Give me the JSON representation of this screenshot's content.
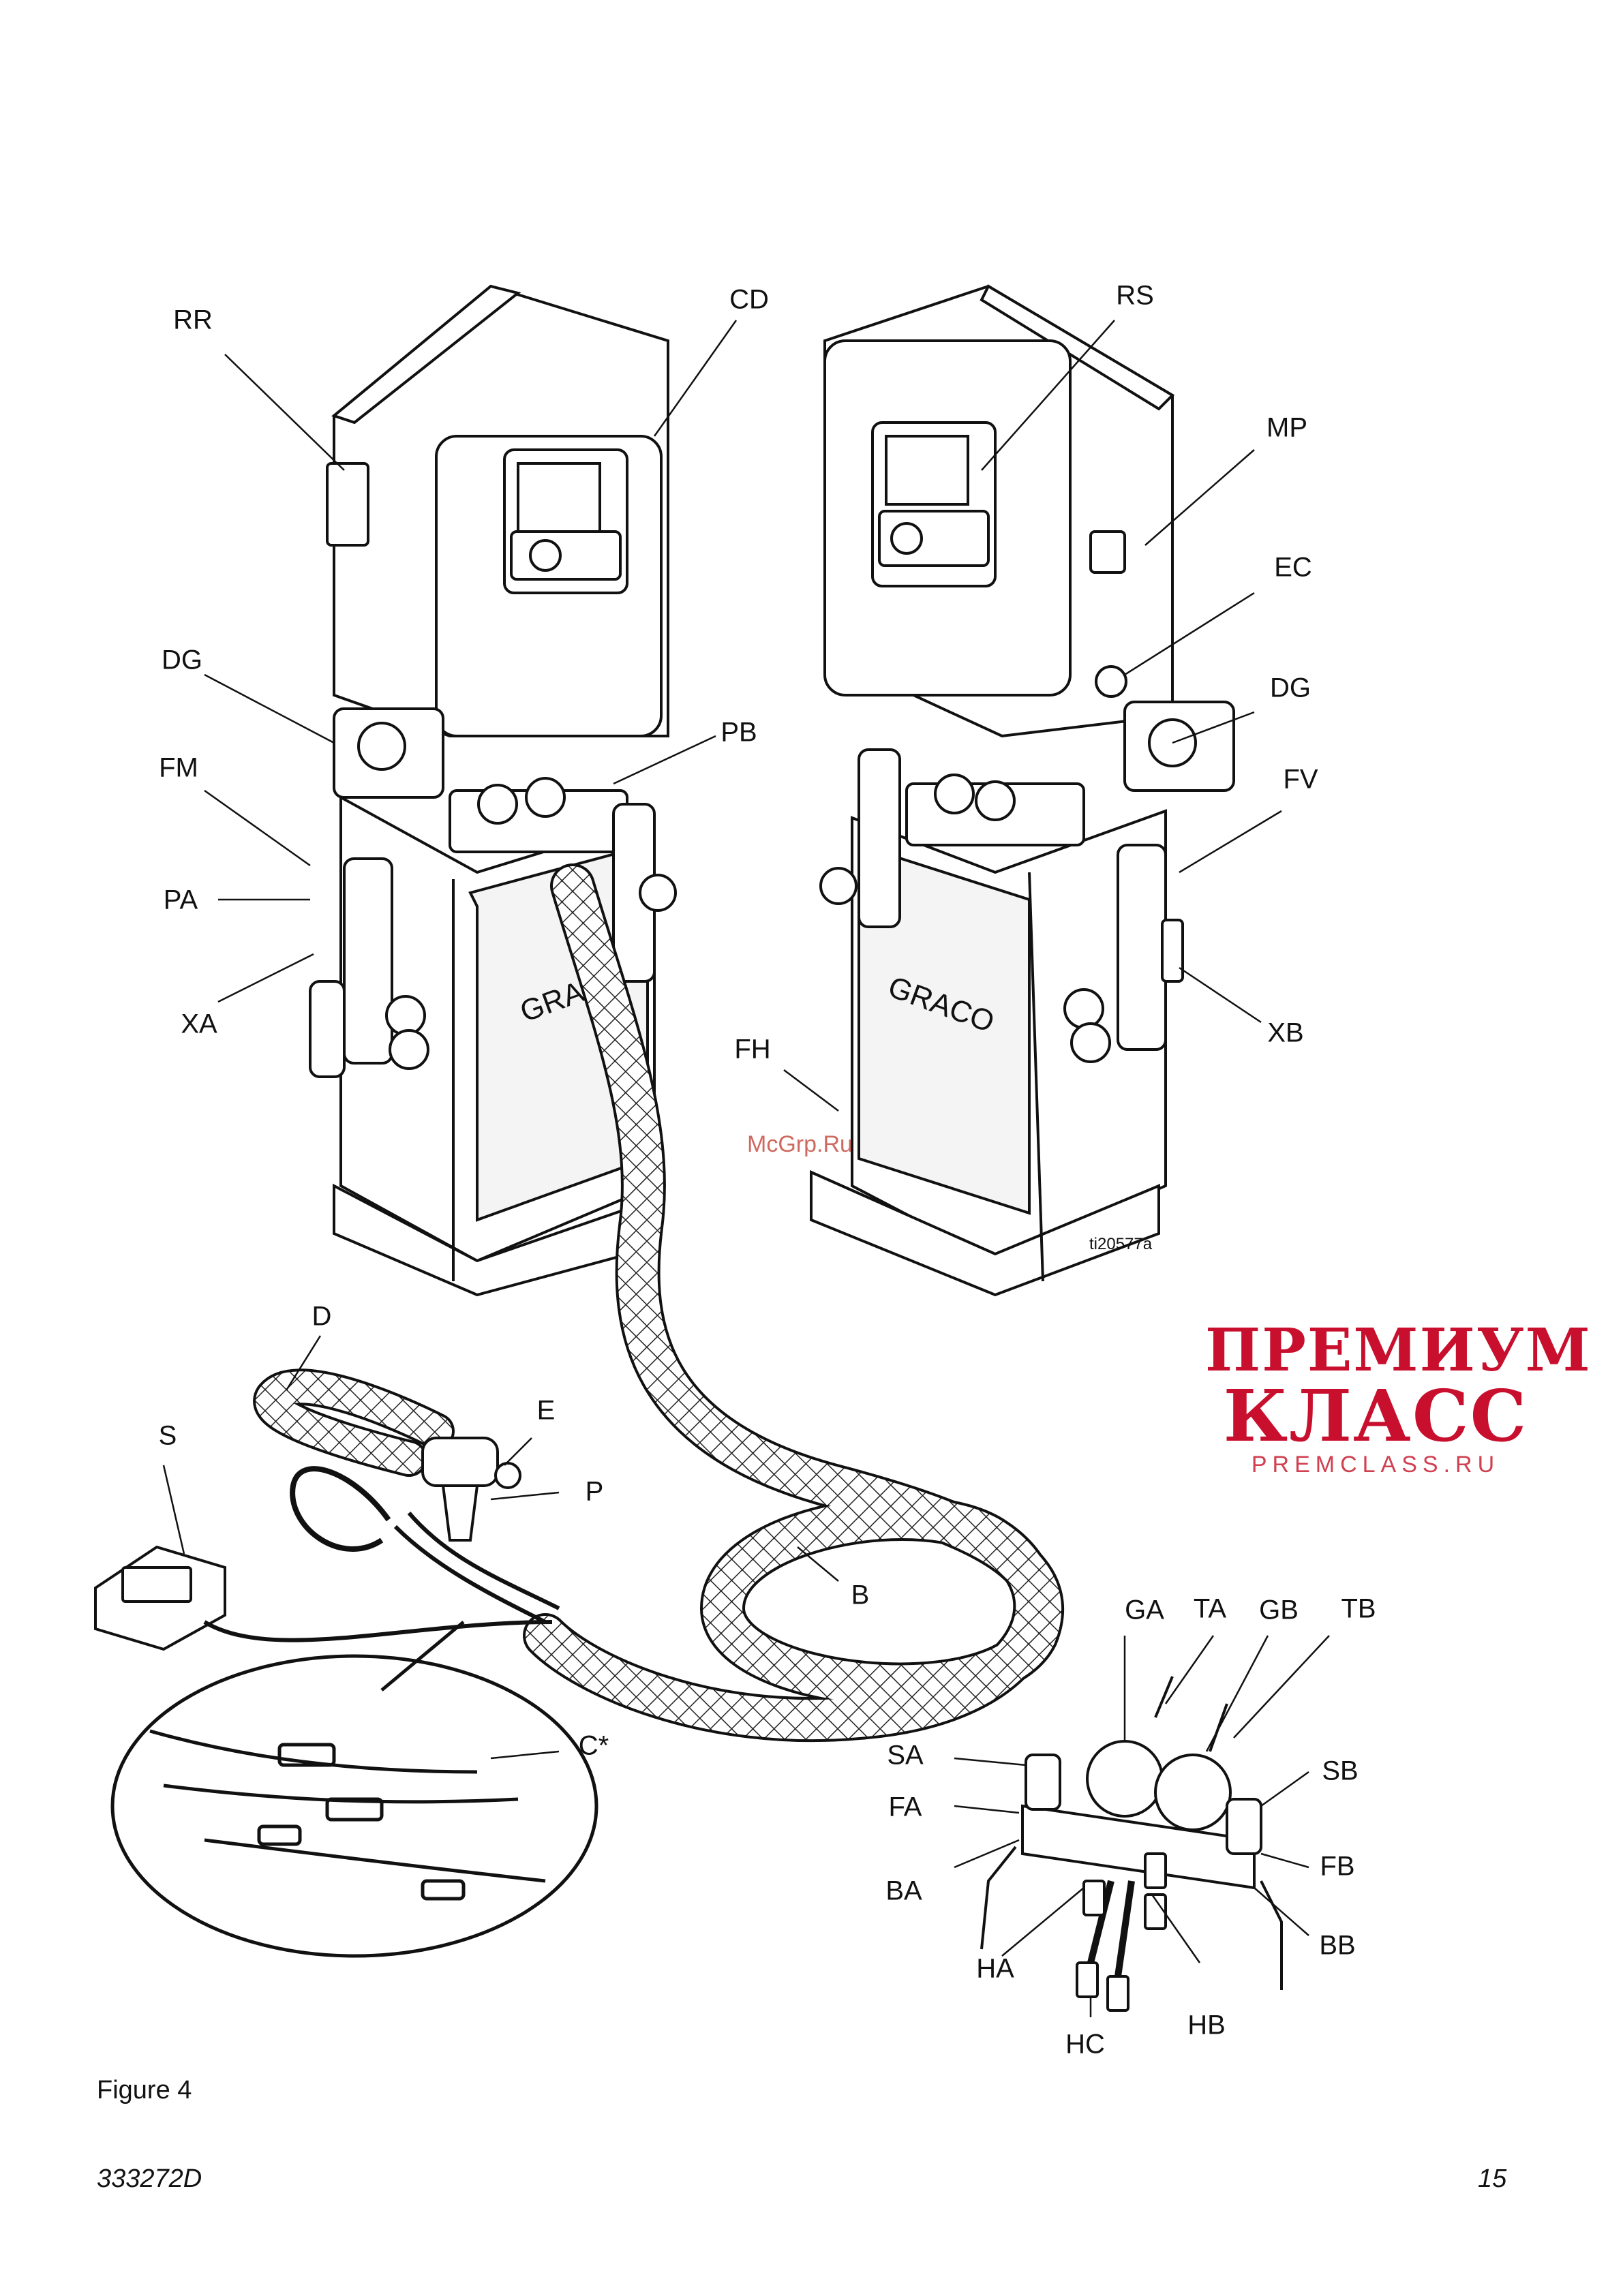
{
  "callouts": {
    "RR": "RR",
    "CD": "CD",
    "RS": "RS",
    "MP": "MP",
    "EC": "EC",
    "DG_left": "DG",
    "DG_right": "DG",
    "FM": "FM",
    "PA": "PA",
    "XA": "XA",
    "PB": "PB",
    "FV": "FV",
    "XB": "XB",
    "FH": "FH",
    "D": "D",
    "E": "E",
    "P": "P",
    "S": "S",
    "B": "B",
    "C": "C*",
    "GA": "GA",
    "TA": "TA",
    "GB": "GB",
    "TB": "TB",
    "SA": "SA",
    "SB": "SB",
    "FA": "FA",
    "FB": "FB",
    "BA": "BA",
    "BB": "BB",
    "HA": "HA",
    "HB": "HB",
    "HC": "HC"
  },
  "drawing_id": "ti20577a",
  "caption": "Figure 4",
  "doc_number": "333272D",
  "page_number": "15",
  "watermark": "McGrp.Ru",
  "brand": {
    "line1": "ПРЕМИУМ",
    "line2": "КЛАСС",
    "line3": "PREMCLASS.RU",
    "color": "#c8102e"
  }
}
